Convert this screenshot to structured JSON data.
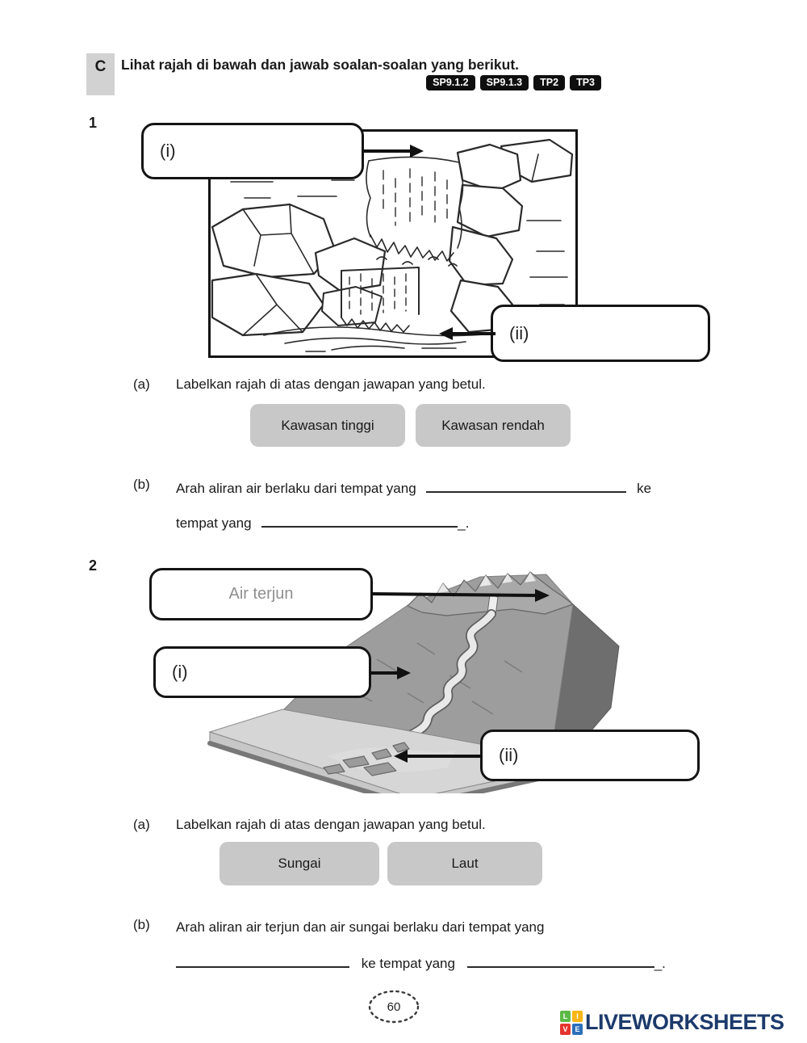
{
  "header": {
    "section_letter": "C",
    "title": "Lihat rajah di bawah dan jawab soalan-soalan yang berikut.",
    "badges": [
      "SP9.1.2",
      "SP9.1.3",
      "TP2",
      "TP3"
    ]
  },
  "q1": {
    "number": "1",
    "diagram": {
      "label_i": "(i)",
      "label_ii": "(ii)"
    },
    "part_a": {
      "marker": "(a)",
      "instruction": "Labelkan rajah di atas dengan jawapan yang betul.",
      "options": [
        "Kawasan tinggi",
        "Kawasan rendah"
      ]
    },
    "part_b": {
      "marker": "(b)",
      "line1_before_blank": "Arah aliran air berlaku dari tempat yang",
      "line1_after_blank": "ke",
      "line2_before_blank": "tempat yang",
      "line2_after_blank": "_."
    }
  },
  "q2": {
    "number": "2",
    "diagram": {
      "label_top": "Air terjun",
      "label_i": "(i)",
      "label_ii": "(ii)"
    },
    "part_a": {
      "marker": "(a)",
      "instruction": "Labelkan rajah di atas dengan jawapan yang betul.",
      "options": [
        "Sungai",
        "Laut"
      ]
    },
    "part_b": {
      "marker": "(b)",
      "line1": "Arah aliran air terjun dan air sungai berlaku dari tempat yang",
      "line2_mid": "ke tempat yang",
      "line2_after_blank": "_."
    }
  },
  "footer": {
    "page_number": "60",
    "brand": "LIVEWORKSHEETS",
    "logo_letters": [
      "L",
      "I",
      "V",
      "E"
    ]
  },
  "colors": {
    "badge_bg": "#0f0f0f",
    "option_button_bg": "#c8c8c8",
    "brand_navy": "#1d3a6c",
    "logo_green": "#5cb947",
    "logo_yellow": "#f9b616",
    "logo_red": "#e4342c",
    "logo_blue": "#2c6fbb",
    "prefilled_label_gray": "#8f8f8f"
  }
}
